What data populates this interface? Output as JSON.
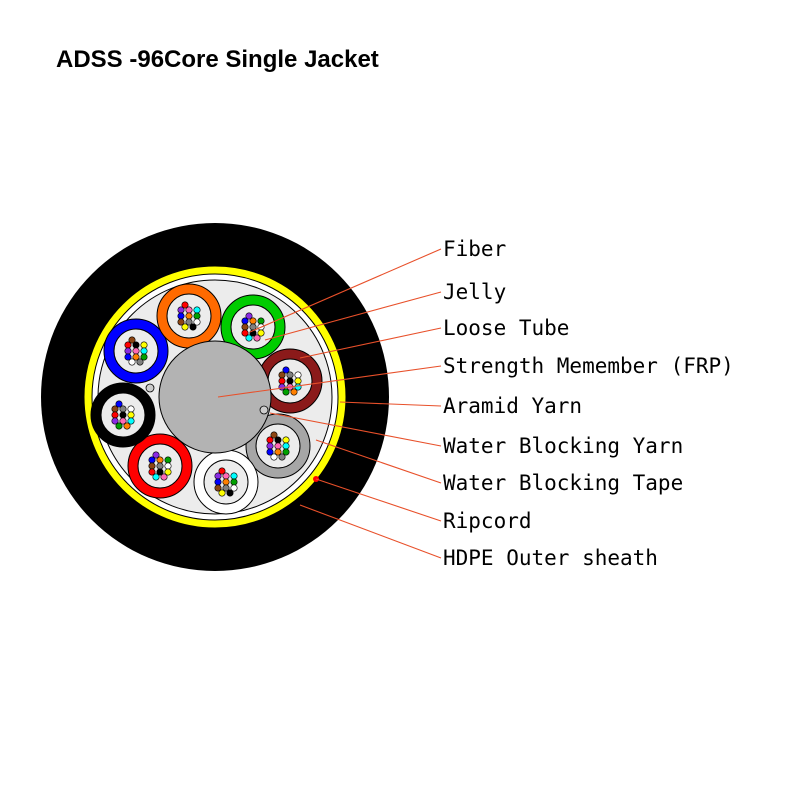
{
  "title": "ADSS -96Core Single Jacket",
  "colors": {
    "outer_sheath": "#000000",
    "water_blocking_tape": "#ffff00",
    "jelly": "#ececec",
    "strength_member": "#b3b3b3",
    "leader_line": "#e8502a",
    "ripcord": "#ff0000",
    "yarn_dot": "#cccccc"
  },
  "tubes": [
    {
      "name": "green",
      "color": "#00cc00"
    },
    {
      "name": "brown",
      "color": "#8b1a1a"
    },
    {
      "name": "grey",
      "color": "#a6a6a6"
    },
    {
      "name": "white",
      "color": "#ffffff"
    },
    {
      "name": "red",
      "color": "#ff0000"
    },
    {
      "name": "black",
      "color": "#000000"
    },
    {
      "name": "blue",
      "color": "#0000ff"
    },
    {
      "name": "orange",
      "color": "#ff6a00"
    }
  ],
  "fiber_colors": [
    "#0000ff",
    "#ff7f00",
    "#00a000",
    "#8b4513",
    "#808080",
    "#ffffff",
    "#ff0000",
    "#000000",
    "#ffff00",
    "#8a2be2",
    "#ff69b4",
    "#00ffff"
  ],
  "callouts": [
    {
      "key": "fiber",
      "label": "Fiber"
    },
    {
      "key": "jelly",
      "label": "Jelly"
    },
    {
      "key": "loose_tube",
      "label": "Loose Tube"
    },
    {
      "key": "strength",
      "label": "Strength Memember (FRP)"
    },
    {
      "key": "aramid",
      "label": "Aramid Yarn"
    },
    {
      "key": "wb_yarn",
      "label": "Water Blocking Yarn"
    },
    {
      "key": "wb_tape",
      "label": "Water Blocking Tape"
    },
    {
      "key": "ripcord",
      "label": "Ripcord"
    },
    {
      "key": "hdpe",
      "label": "HDPE Outer sheath"
    }
  ]
}
